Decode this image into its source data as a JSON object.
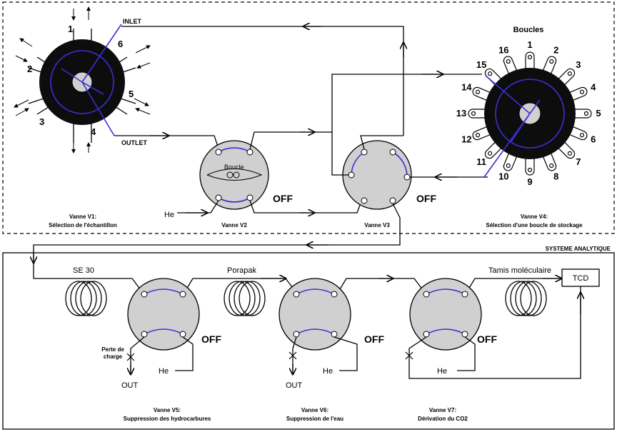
{
  "v1": {
    "inlet": "INLET",
    "outlet": "OUTLET",
    "ports": [
      "1",
      "2",
      "3",
      "4",
      "5",
      "6"
    ],
    "caption1": "Vanne V1:",
    "caption2": "Sélection de l'échantillon"
  },
  "v2": {
    "boucle": "Boucle",
    "off": "OFF",
    "he": "He",
    "caption": "Vanne V2"
  },
  "v3": {
    "off": "OFF",
    "caption": "Vanne V3"
  },
  "v4": {
    "title": "Boucles",
    "ports": [
      "1",
      "2",
      "3",
      "4",
      "5",
      "6",
      "7",
      "8",
      "9",
      "10",
      "11",
      "12",
      "13",
      "14",
      "15",
      "16"
    ],
    "caption1": "Vanne V4:",
    "caption2": "Sélection d'une boucle de stockage"
  },
  "section_title": "SYSTEME ANALYTIQUE",
  "columns": {
    "se30": "SE 30",
    "porapak": "Porapak",
    "tamis": "Tamis moléculaire",
    "tcd": "TCD"
  },
  "v5": {
    "off": "OFF",
    "perte1": "Perte de",
    "perte2": "charge",
    "out": "OUT",
    "he": "He",
    "caption1": "Vanne V5:",
    "caption2": "Suppression des hydrocarbures"
  },
  "v6": {
    "off": "OFF",
    "out": "OUT",
    "he": "He",
    "caption1": "Vanne V6:",
    "caption2": "Suppression de l'eau"
  },
  "v7": {
    "off": "OFF",
    "he": "He",
    "caption1": "Vanne V7:",
    "caption2": "Dérivation du CO2"
  },
  "colors": {
    "blue": "#3b2fd6",
    "valve_gray": "#d0d0d0",
    "dark": "#111111"
  }
}
